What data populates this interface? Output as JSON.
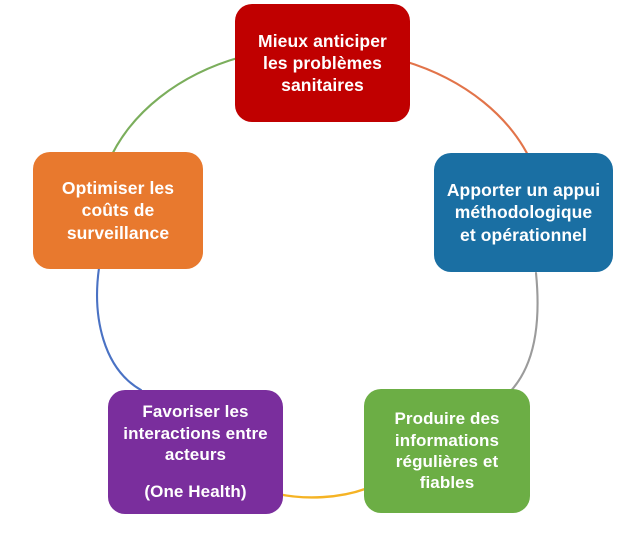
{
  "diagram": {
    "type": "cycle",
    "background_color": "#FFFFFF",
    "nodes": [
      {
        "id": "anticiper",
        "name": "mieux-anticiper",
        "color": "#C00000",
        "text_color": "#FFFFFF",
        "lines": [
          "Mieux anticiper",
          "les problèmes",
          "sanitaires"
        ]
      },
      {
        "id": "appui",
        "name": "apporter-un-appui",
        "color": "#1A6FA3",
        "text_color": "#FFFFFF",
        "lines": [
          "Apporter un appui",
          "méthodologique",
          "et opérationnel"
        ]
      },
      {
        "id": "informations",
        "name": "produire-des-informations",
        "color": "#6CAE45",
        "text_color": "#FFFFFF",
        "lines": [
          "Produire des",
          "informations",
          "régulières et",
          "fiables"
        ]
      },
      {
        "id": "interactions",
        "name": "favoriser-les-interactions",
        "color": "#7A2E9D",
        "text_color": "#FFFFFF",
        "lines": [
          "Favoriser les",
          "interactions entre",
          "acteurs",
          "(One Health)"
        ]
      },
      {
        "id": "couts",
        "name": "optimiser-les-couts",
        "color": "#E8792E",
        "text_color": "#FFFFFF",
        "lines": [
          "Optimiser les",
          "coûts de",
          "surveillance"
        ]
      }
    ],
    "connectors": [
      {
        "id": "couts-to-anticiper",
        "from": "couts",
        "to": "anticiper",
        "color": "#7BAE5C"
      },
      {
        "id": "anticiper-to-appui",
        "from": "anticiper",
        "to": "appui",
        "color": "#E2744A"
      },
      {
        "id": "appui-to-informations",
        "from": "appui",
        "to": "informations",
        "color": "#9B9B9B"
      },
      {
        "id": "informations-to-interactions",
        "from": "informations",
        "to": "interactions",
        "color": "#F5B324"
      },
      {
        "id": "interactions-to-couts",
        "from": "interactions",
        "to": "couts",
        "color": "#4A72C4"
      }
    ]
  }
}
